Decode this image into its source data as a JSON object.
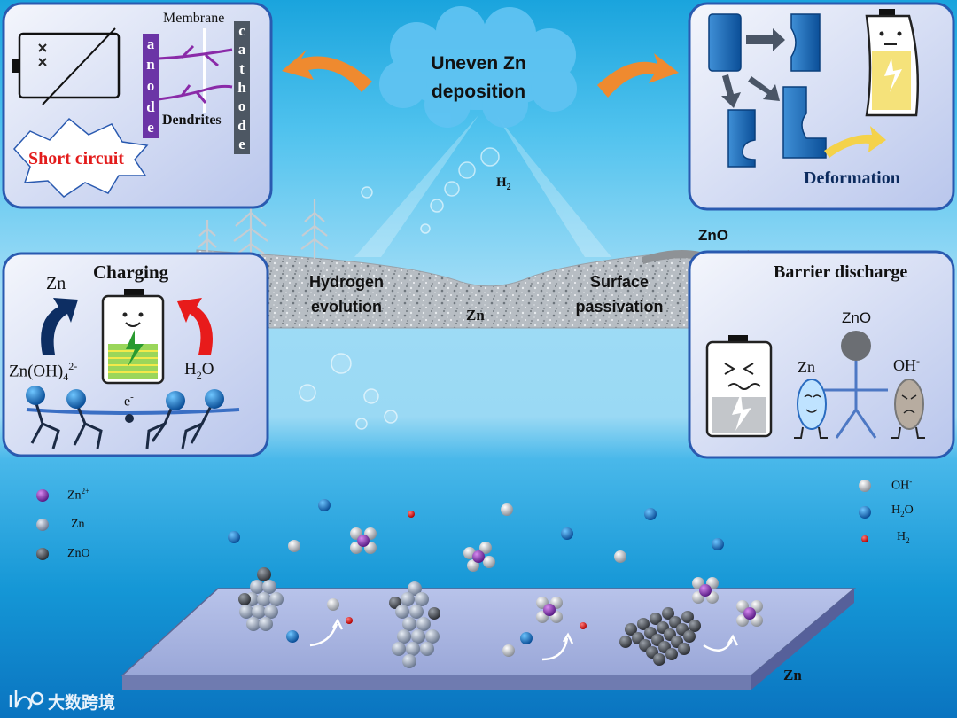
{
  "center": {
    "title_line1": "Uneven Zn",
    "title_line2": "deposition",
    "h2": "H",
    "h2_sub": "2"
  },
  "short_circuit_panel": {
    "membrane": "Membrane",
    "anode_letters": [
      "a",
      "n",
      "o",
      "d",
      "e"
    ],
    "cathode_letters": [
      "c",
      "a",
      "t",
      "h",
      "o",
      "d",
      "e"
    ],
    "dendrites": "Dendrites",
    "short_circuit": "Short circuit"
  },
  "deformation_panel": {
    "label": "Deformation"
  },
  "charging_panel": {
    "title": "Charging",
    "zn": "Zn",
    "zincate_base": "Zn(OH)",
    "zincate_sub": "4",
    "zincate_sup": "2-",
    "water_base": "H",
    "water_sub": "2",
    "water_tail": "O",
    "electron_base": "e",
    "electron_sup": "-"
  },
  "anode_strip": {
    "zno": "ZnO",
    "hydrogen_evolution_1": "Hydrogen",
    "hydrogen_evolution_2": "evolution",
    "zn": "Zn",
    "surface_passivation_1": "Surface",
    "surface_passivation_2": "passivation"
  },
  "barrier_panel": {
    "title": "Barrier discharge",
    "zno": "ZnO",
    "zn": "Zn",
    "oh_base": "OH",
    "oh_sup": "-"
  },
  "legend_left": {
    "zn2_base": "Zn",
    "zn2_sup": "2+",
    "zn": "Zn",
    "zno": "ZnO"
  },
  "legend_right": {
    "oh_base": "OH",
    "oh_sup": "-",
    "h2o_base": "H",
    "h2o_sub": "2",
    "h2o_tail": "O",
    "h2_base": "H",
    "h2_sub": "2"
  },
  "plate_label": "Zn",
  "watermark": "大数跨境",
  "colors": {
    "title_red": "#e31c1c",
    "arrow_orange": "#ef8a2f",
    "anode_purple": "#6b35a6",
    "cathode_grey": "#4d5763",
    "zn2_purple": "#7a2ca0",
    "h2o_blue": "#0f6fc0",
    "h2_red": "#d81b1b"
  }
}
